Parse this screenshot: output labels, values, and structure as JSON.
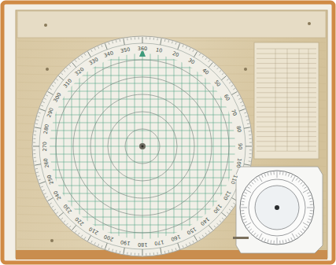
{
  "diagram": {
    "labels": [
      "360",
      "10",
      "20",
      "30",
      "40",
      "50",
      "60",
      "70",
      "80",
      "90",
      "100",
      "110",
      "120",
      "130",
      "140",
      "150",
      "160",
      "170",
      "180",
      "190",
      "200",
      "210",
      "220",
      "230",
      "240",
      "250",
      "260",
      "270",
      "280",
      "290",
      "300",
      "310",
      "320",
      "330",
      "340",
      "350"
    ]
  }
}
